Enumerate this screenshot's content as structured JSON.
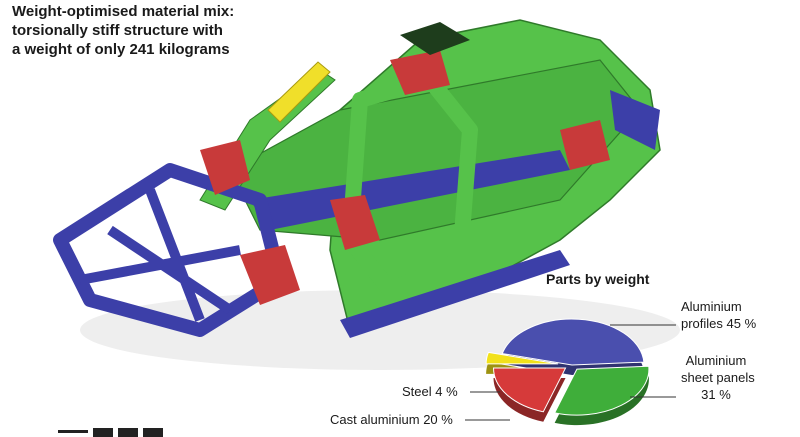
{
  "headline": {
    "line1": "Weight-optimised material mix:",
    "line2": "torsionally stiff structure with",
    "line3": "a weight of only 241 kilograms"
  },
  "colors": {
    "aluminium_profiles": "#4a4fae",
    "aluminium_sheet_panels": "#3fae3a",
    "cast_aluminium": "#d63a3a",
    "steel": "#f2e11a",
    "frame_green": "#56c24a",
    "frame_blue": "#3c3fa8",
    "frame_red": "#c83a3a",
    "frame_yellow": "#f0df2a"
  },
  "chart_data": {
    "type": "pie",
    "title": "Parts by weight",
    "slices": [
      {
        "label": "Aluminium profiles",
        "value": 45,
        "color": "#4a4fae"
      },
      {
        "label": "Aluminium sheet panels",
        "value": 31,
        "color": "#3fae3a"
      },
      {
        "label": "Cast aluminium",
        "value": 20,
        "color": "#d63a3a"
      },
      {
        "label": "Steel",
        "value": 4,
        "color": "#f2e11a"
      }
    ],
    "labels": {
      "profiles_line1": "Aluminium",
      "profiles_line2": "profiles 45 %",
      "sheet_line1": "Aluminium",
      "sheet_line2": "sheet panels",
      "sheet_line3": "31 %",
      "steel": "Steel 4 %",
      "cast": "Cast aluminium 20 %"
    }
  }
}
